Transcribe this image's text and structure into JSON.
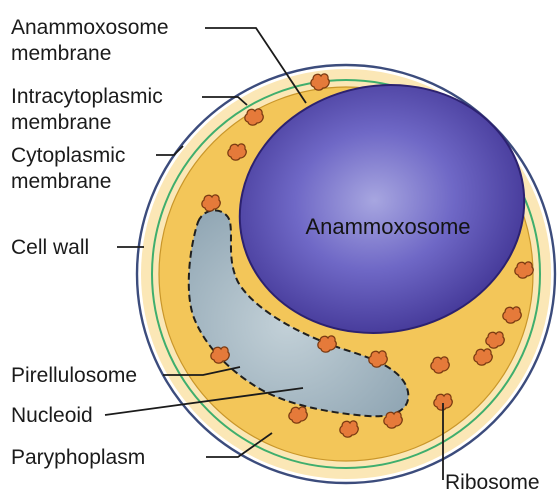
{
  "labels": {
    "anammoxosome_membrane": [
      "Anammoxosome",
      "membrane"
    ],
    "intracytoplasmic_membrane": [
      "Intracytoplasmic",
      "membrane"
    ],
    "cytoplasmic_membrane": [
      "Cytoplasmic",
      "membrane"
    ],
    "cell_wall": "Cell wall",
    "pirellulosome": "Pirellulosome",
    "nucleoid": "Nucleoid",
    "paryphoplasm": "Paryphoplasm",
    "ribosome": "Ribosome",
    "anammoxosome": "Anammoxosome"
  },
  "colors": {
    "cell_wall_outline": "#3c4c7c",
    "paryphoplasm": "#fbe7b6",
    "cytoplasmic_membrane": "#3fae6d",
    "pirellulosome": "#f3c659",
    "anammoxosome_light": "#9b9bda",
    "anammoxosome_dark": "#3d2f8f",
    "nucleoid": "#9fb3bf",
    "ribosome": "#e57a3a"
  },
  "icons": {
    "ribosome": "ribosome-icon"
  }
}
